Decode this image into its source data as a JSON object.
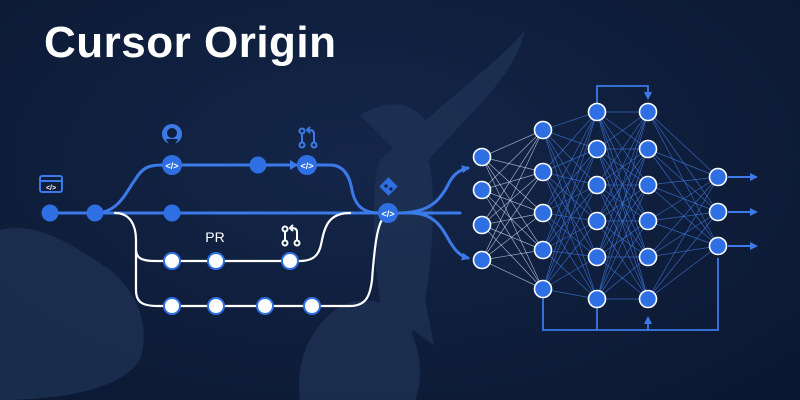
{
  "title": "Cursor Origin",
  "labels": {
    "pr": "PR"
  },
  "colors": {
    "background": "#0f1f3d",
    "accent": "#2f6fe4",
    "line": "#3b7ae8",
    "branch_line": "#ffffff",
    "node_white": "#ffffff",
    "silhouette": "#25385c"
  },
  "icons": [
    "code-window-icon",
    "github-icon",
    "pull-request-icon",
    "code-tag-icon",
    "git-logo-icon",
    "rocket-silhouette"
  ]
}
